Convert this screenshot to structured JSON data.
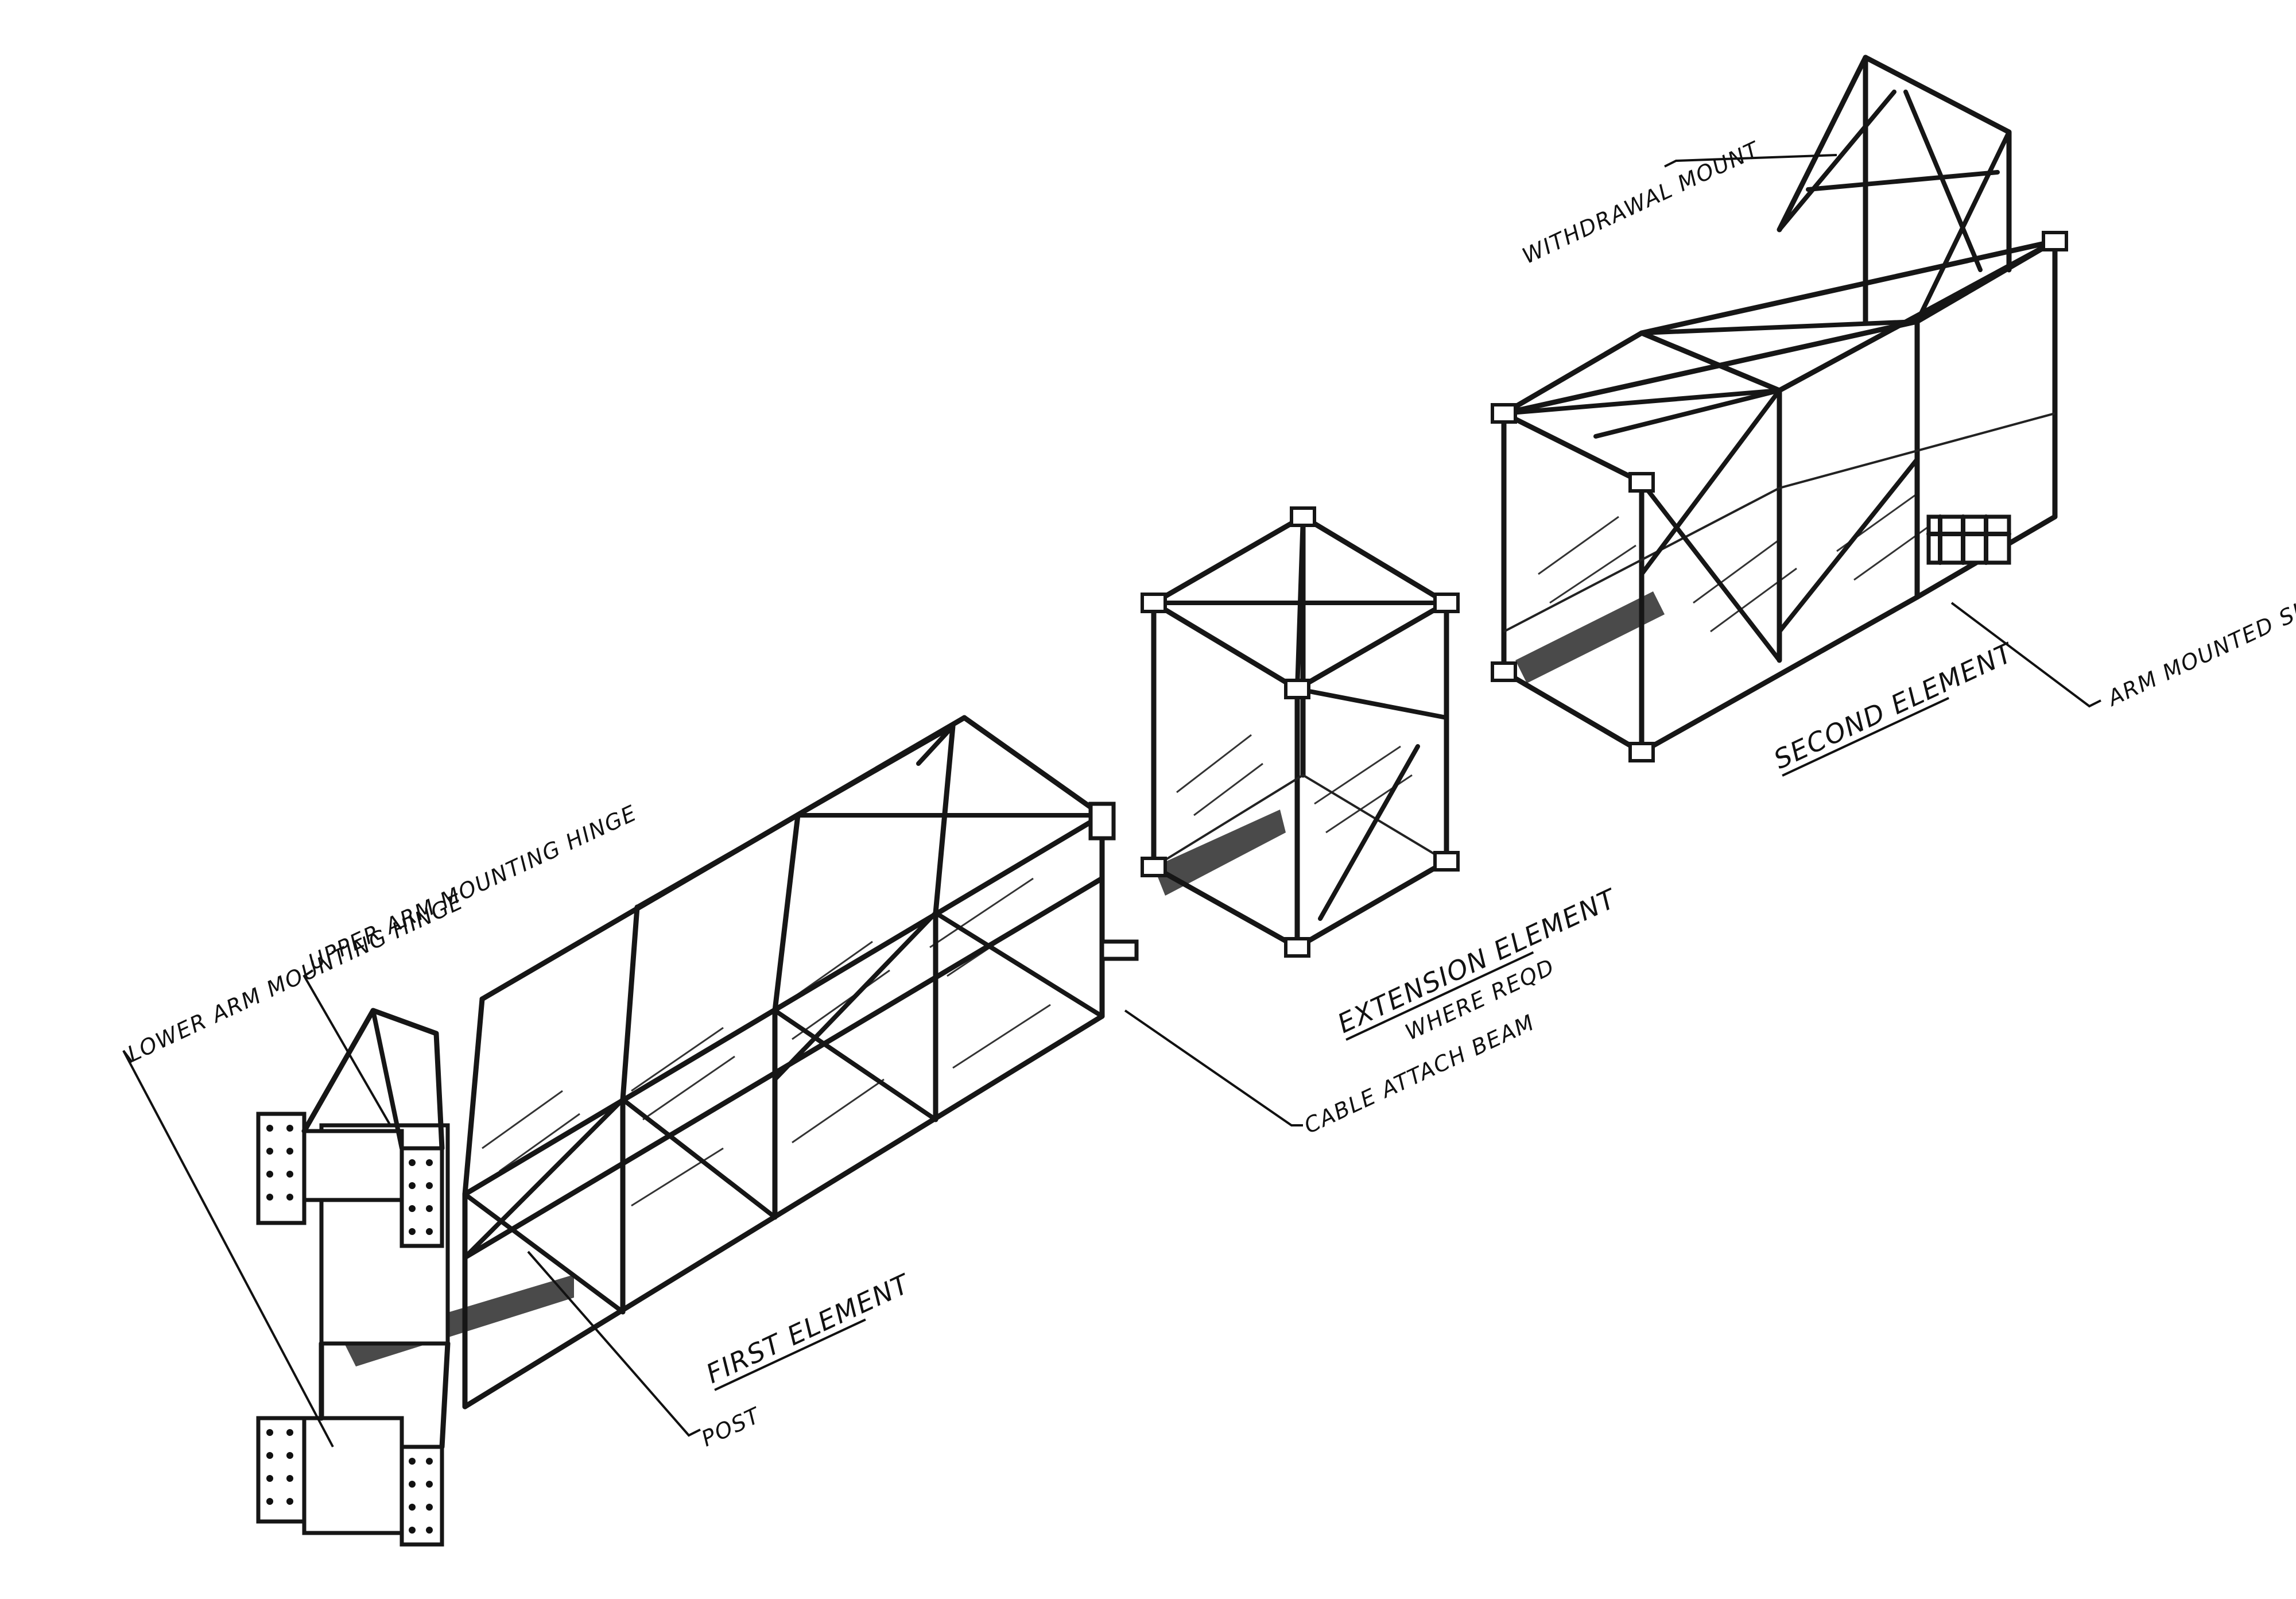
{
  "drawing": {
    "labels": {
      "lower_hinge": "LOWER ARM MOUNTING HINGE",
      "upper_hinge": "UPPER ARM MOUNTING HINGE",
      "first_element": "FIRST ELEMENT",
      "post": "POST",
      "cable_attach_beam": "CABLE ATTACH BEAM",
      "extension_element": "EXTENSION ELEMENT",
      "extension_note": "WHERE REQD",
      "second_element": "SECOND ELEMENT",
      "withdrawal_mount": "WITHDRAWAL MOUNT",
      "arm_mounted_skid": "ARM MOUNTED SKID"
    },
    "assemblies": [
      {
        "name": "first-element"
      },
      {
        "name": "extension-element"
      },
      {
        "name": "second-element"
      }
    ],
    "colors": {
      "ink": "#161616",
      "paper": "#ffffff"
    }
  }
}
